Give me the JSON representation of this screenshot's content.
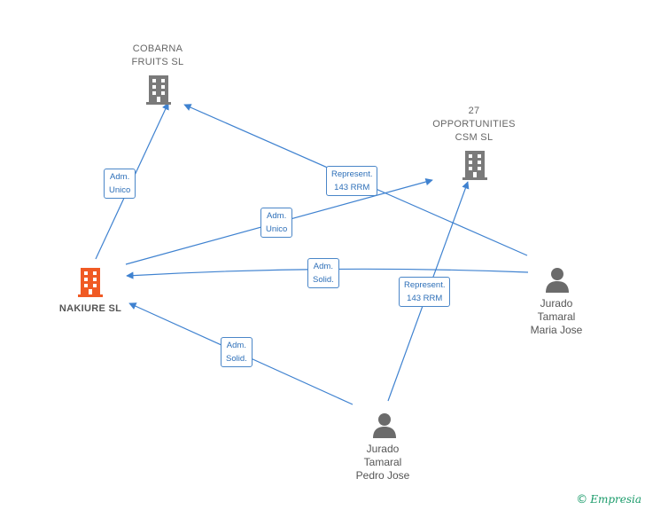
{
  "colors": {
    "edge": "#3f82d0",
    "company": "#7a7a7a",
    "main_company": "#f05a24",
    "person": "#6b6b6b",
    "brand": "#1a9b6a"
  },
  "nodes": {
    "cobarna": {
      "type": "company",
      "lines": [
        "COBARNA",
        "FRUITS  SL"
      ]
    },
    "opportunities": {
      "type": "company",
      "lines": [
        "27",
        "OPPORTUNITIES",
        "CSM  SL"
      ]
    },
    "nakiure": {
      "type": "main-company",
      "lines": [
        "NAKIURE  SL"
      ]
    },
    "maria": {
      "type": "person",
      "lines": [
        "Jurado",
        "Tamaral",
        "Maria Jose"
      ]
    },
    "pedro": {
      "type": "person",
      "lines": [
        "Jurado",
        "Tamaral",
        "Pedro Jose"
      ]
    }
  },
  "edges": [
    {
      "id": "nak-cob",
      "from": "nakiure",
      "to": "cobarna",
      "lines": [
        "Adm.",
        "Unico"
      ]
    },
    {
      "id": "nak-opp",
      "from": "nakiure",
      "to": "opportunities",
      "lines": [
        "Adm.",
        "Unico"
      ]
    },
    {
      "id": "mar-cob",
      "from": "maria",
      "to": "cobarna",
      "lines": [
        "Represent.",
        "143 RRM"
      ]
    },
    {
      "id": "mar-nak",
      "from": "maria",
      "to": "nakiure",
      "lines": [
        "Adm.",
        "Solid."
      ]
    },
    {
      "id": "ped-opp",
      "from": "pedro",
      "to": "opportunities",
      "lines": [
        "Represent.",
        "143 RRM"
      ]
    },
    {
      "id": "ped-nak",
      "from": "pedro",
      "to": "nakiure",
      "lines": [
        "Adm.",
        "Solid."
      ]
    }
  ],
  "footer": {
    "copyright": "©",
    "brand": "Empresia"
  }
}
